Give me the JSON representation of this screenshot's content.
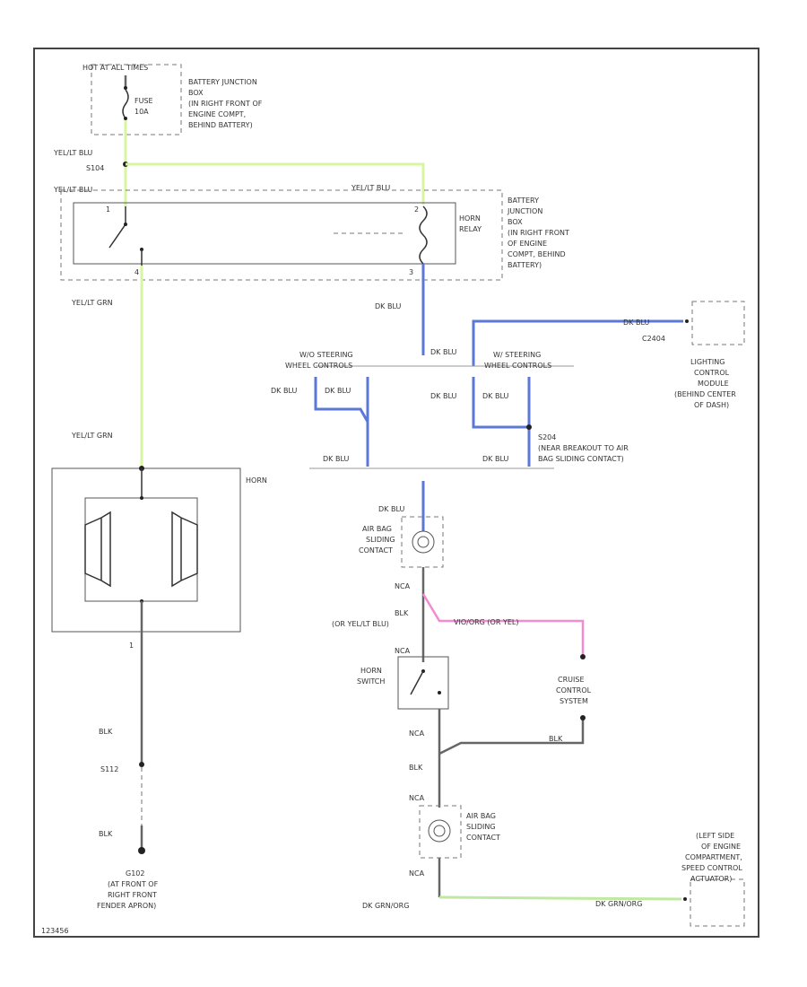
{
  "fuses": {
    "hot_at_all_times": "HOT AT ALL TIMES",
    "fuse_label": "FUSE",
    "fuse_amps": "10A",
    "battery_junction_box": [
      "BATTERY JUNCTION",
      "BOX",
      "(IN RIGHT FRONT OF",
      "ENGINE COMPT,",
      "BEHIND BATTERY)"
    ]
  },
  "wires": {
    "yel_blu_1": "YEL/LT BLU",
    "splice_s104": "S104",
    "yel_blu_2": "YEL/LT BLU",
    "yel_blu_3": "YEL/LT BLU",
    "yel_grn_1": "YEL/LT GRN",
    "yel_grn_2": "YEL/LT GRN",
    "dk_blu_relay": "DK BLU",
    "dk_blu_top": "DK BLU",
    "dk_blu_junction": "DK BLU",
    "dk_blu_l1": "DK BLU",
    "dk_blu_l2": "DK BLU",
    "dk_blu_r1": "DK BLU",
    "dk_blu_r2": "DK BLU",
    "dk_blu_lower_l": "DK BLU",
    "dk_blu_lower_r": "DK BLU",
    "dk_blu_slip": "DK BLU",
    "nca_1": "NCA",
    "blk_1": "BLK",
    "or_yel_blu": "(OR YEL/LT BLU)",
    "nca_2": "NCA",
    "violet_or_yel": "VIO/ORG (OR YEL)",
    "nca_3": "NCA",
    "blk_2": "BLK",
    "nca_4": "NCA",
    "blk_cruise": "BLK",
    "nca_5": "NCA",
    "dk_grn_org_l": "DK GRN/ORG",
    "dk_grn_org_r": "DK GRN/ORG",
    "horn_terminal": "1",
    "blk_ground_1": "BLK",
    "splice_s112": "S112",
    "blk_ground_2": "BLK"
  },
  "relay": {
    "label": [
      "HORN",
      "RELAY"
    ],
    "box_label": [
      "BATTERY",
      "JUNCTION",
      "BOX",
      "(IN RIGHT FRONT",
      "OF ENGINE",
      "COMPT, BEHIND",
      "BATTERY)"
    ],
    "pins": [
      "1",
      "2",
      "4",
      "3"
    ]
  },
  "components": {
    "connector_c2404": "C2404",
    "lighting_module": [
      "LIGHTING",
      "CONTROL",
      "MODULE",
      "(BEHIND CENTER",
      "OF DASH)"
    ],
    "wo_steering": [
      "W/O STEERING",
      "WHEEL CONTROLS"
    ],
    "w_steering": [
      "W/ STEERING",
      "WHEEL CONTROLS"
    ],
    "splice_s204": [
      "S204",
      "(NEAR BREAKOUT TO AIR",
      "BAG SLIDING CONTACT)"
    ],
    "horn": "HORN",
    "air_bag_top": [
      "AIR BAG",
      "SLIDING",
      "CONTACT"
    ],
    "horn_switch": [
      "HORN",
      "SWITCH"
    ],
    "cruise": [
      "CRUISE",
      "CONTROL",
      "SYSTEM"
    ],
    "air_bag_bottom": [
      "AIR BAG",
      "SLIDING",
      "CONTACT"
    ],
    "speed_control": [
      "(LEFT SIDE",
      "OF ENGINE",
      "COMPARTMENT,",
      "SPEED CONTROL",
      "ACTUATOR)"
    ],
    "ground_g102": [
      "G102",
      "(AT FRONT OF",
      "RIGHT FRONT",
      "FENDER APRON)"
    ]
  },
  "footer": {
    "diagram_id": "123456"
  }
}
